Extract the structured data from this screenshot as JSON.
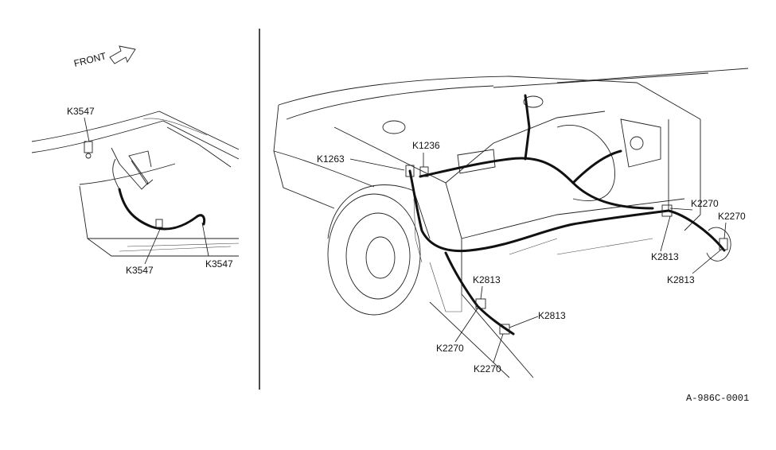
{
  "left_view": {
    "direction_label": "FRONT",
    "callouts": [
      "K3547",
      "K3547",
      "K3547"
    ]
  },
  "right_view": {
    "callouts": [
      "K1263",
      "K1236",
      "K2270",
      "K2270",
      "K2813",
      "K2813",
      "K2813",
      "K2813",
      "K2270",
      "K2270"
    ]
  },
  "figure_code": "A-986C-0001",
  "colors": {
    "line": "#222222",
    "background": "#ffffff"
  }
}
